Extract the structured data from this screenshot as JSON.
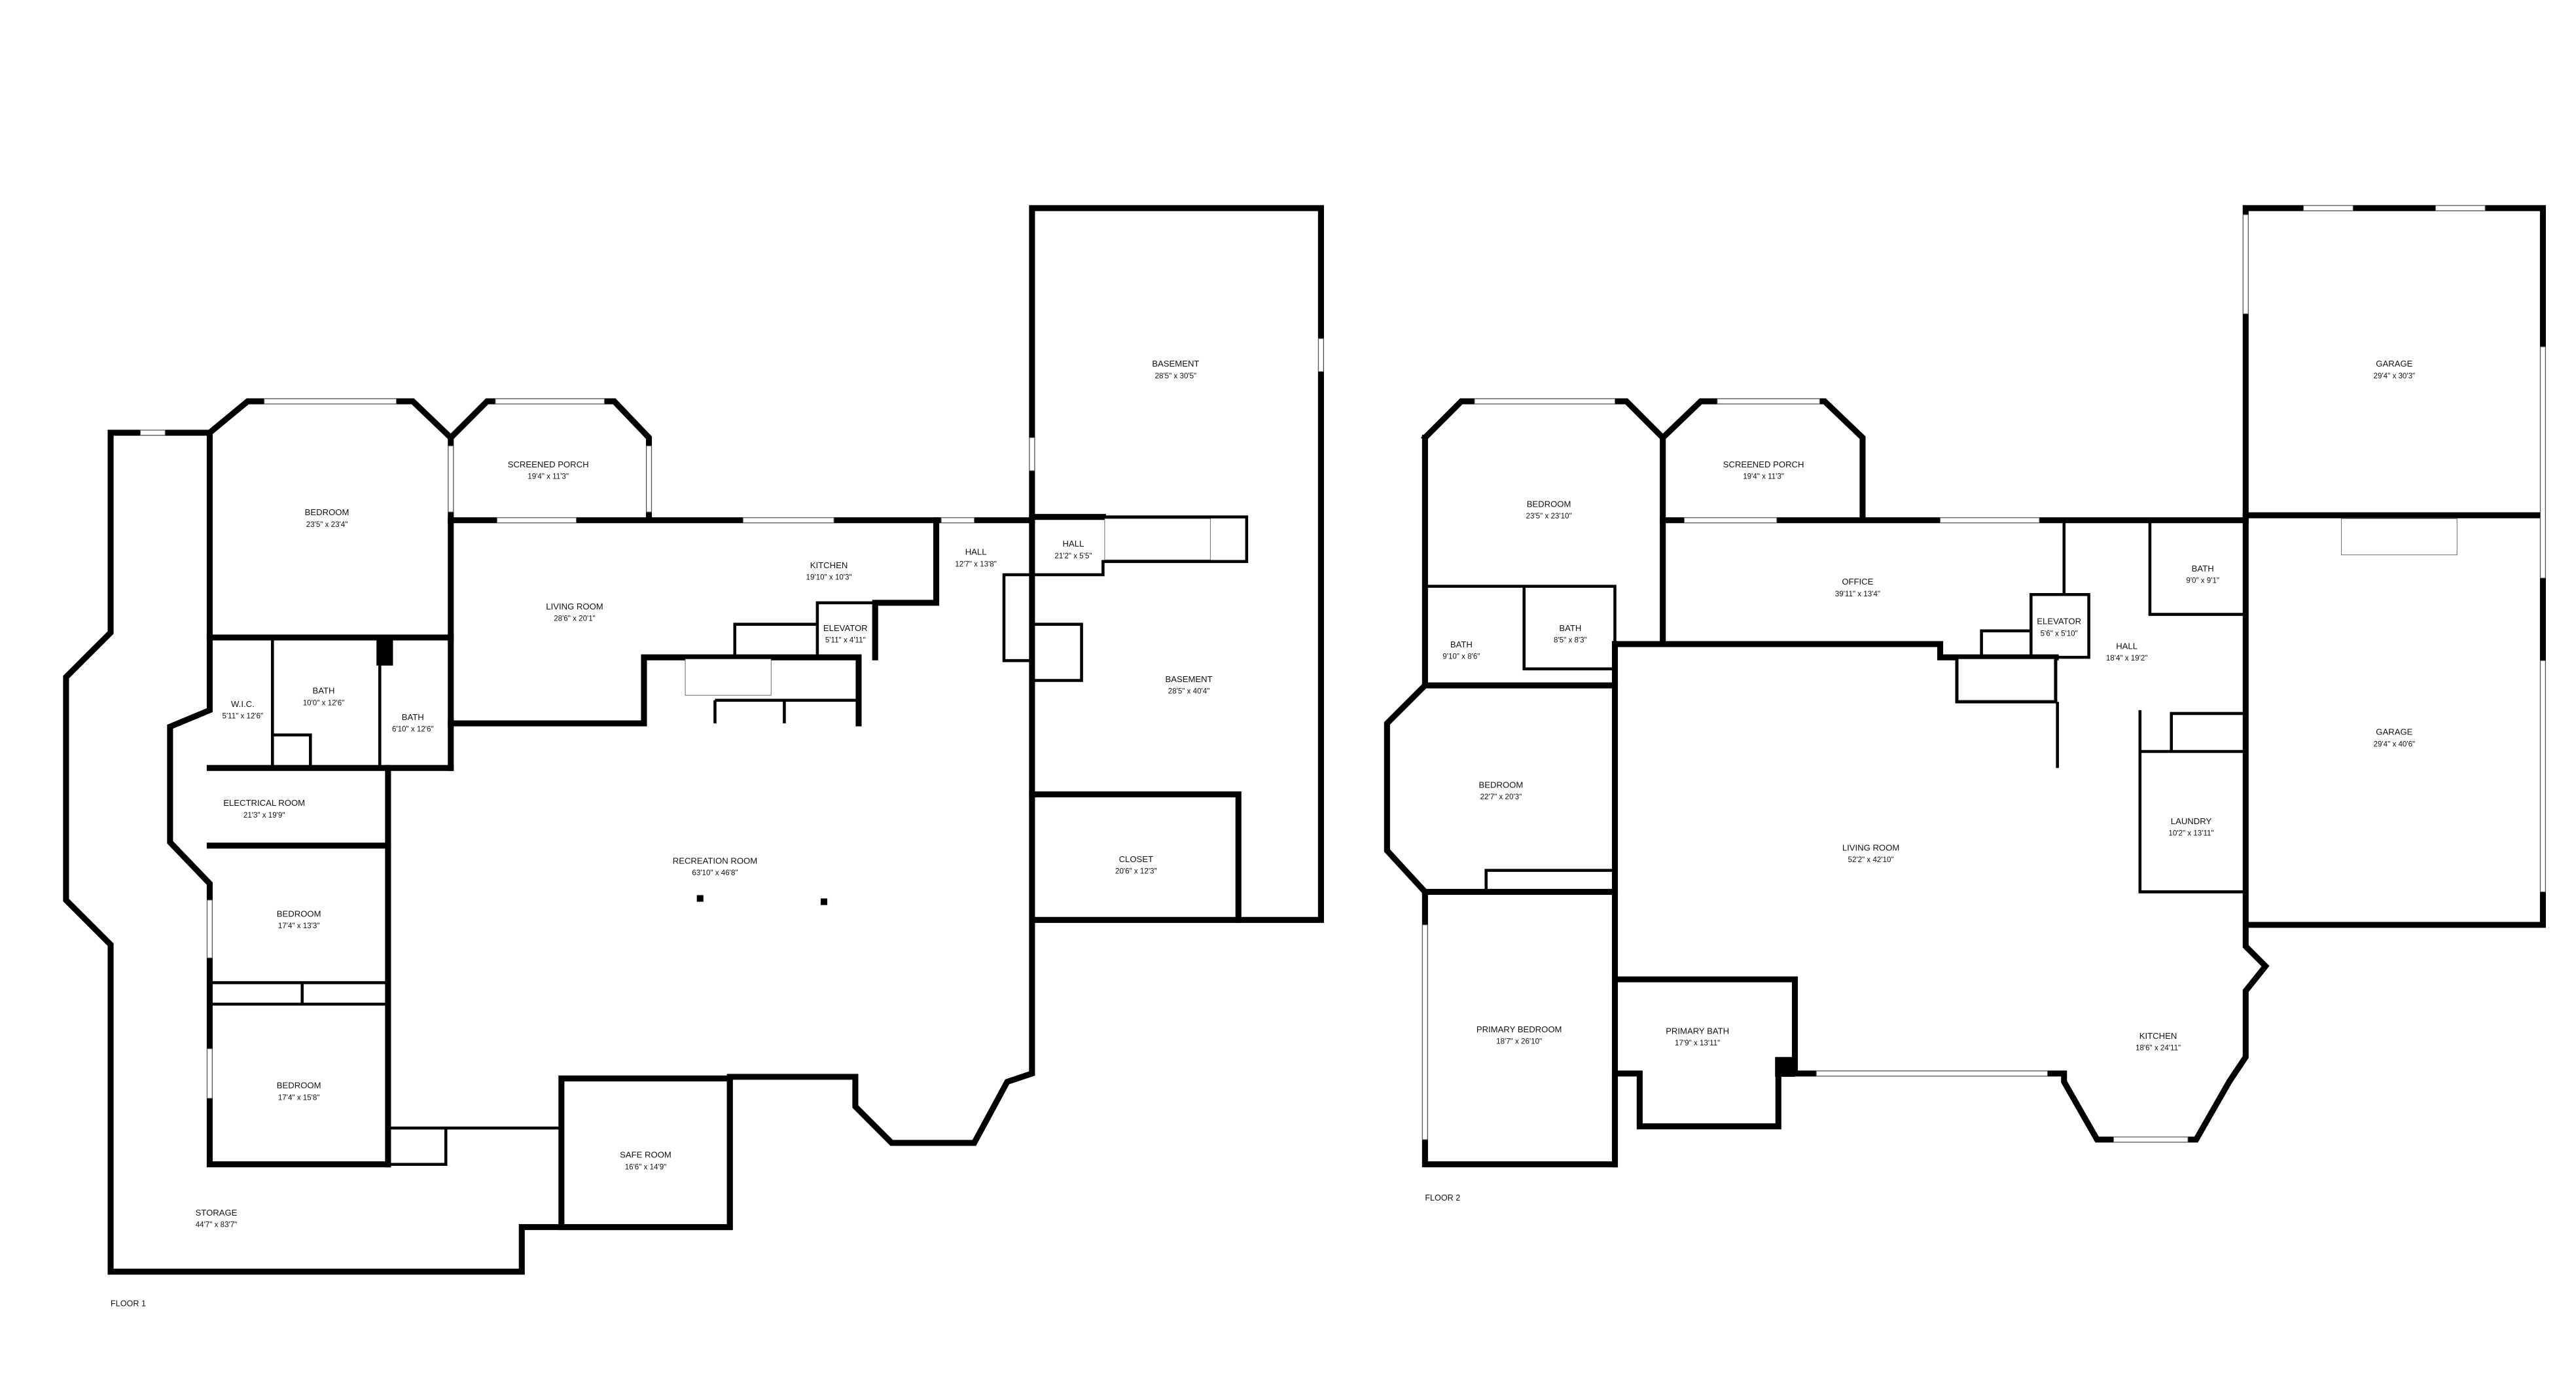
{
  "floors": [
    {
      "label": "FLOOR 1",
      "rooms": [
        {
          "name": "BEDROOM",
          "dims": "23'5\" x 23'4\""
        },
        {
          "name": "SCREENED PORCH",
          "dims": "19'4\" x 11'3\""
        },
        {
          "name": "LIVING ROOM",
          "dims": "28'6\" x 20'1\""
        },
        {
          "name": "KITCHEN",
          "dims": "19'10\" x 10'3\""
        },
        {
          "name": "HALL",
          "dims": "12'7\" x 13'8\""
        },
        {
          "name": "HALL",
          "dims": "21'2\" x 5'5\""
        },
        {
          "name": "ELEVATOR",
          "dims": "5'11\" x 4'11\""
        },
        {
          "name": "W.I.C.",
          "dims": "5'11\" x 12'6\""
        },
        {
          "name": "BATH",
          "dims": "10'0\" x 12'6\""
        },
        {
          "name": "BATH",
          "dims": "6'10\" x 12'6\""
        },
        {
          "name": "ELECTRICAL ROOM",
          "dims": "21'3\" x 19'9\""
        },
        {
          "name": "RECREATION ROOM",
          "dims": "63'10\" x 46'8\""
        },
        {
          "name": "BEDROOM",
          "dims": "17'4\" x 13'3\""
        },
        {
          "name": "BEDROOM",
          "dims": "17'4\" x 15'8\""
        },
        {
          "name": "SAFE ROOM",
          "dims": "16'6\" x 14'9\""
        },
        {
          "name": "STORAGE",
          "dims": "44'7\" x 83'7\""
        },
        {
          "name": "BASEMENT",
          "dims": "28'5\" x 30'5\""
        },
        {
          "name": "BASEMENT",
          "dims": "28'5\" x 40'4\""
        },
        {
          "name": "CLOSET",
          "dims": "20'6\" x 12'3\""
        }
      ]
    },
    {
      "label": "FLOOR 2",
      "rooms": [
        {
          "name": "BEDROOM",
          "dims": "23'5\" x 23'10\""
        },
        {
          "name": "SCREENED PORCH",
          "dims": "19'4\" x 11'3\""
        },
        {
          "name": "OFFICE",
          "dims": "39'11\" x 13'4\""
        },
        {
          "name": "BATH",
          "dims": "9'10\" x 8'6\""
        },
        {
          "name": "BATH",
          "dims": "8'5\" x 8'3\""
        },
        {
          "name": "ELEVATOR",
          "dims": "5'6\" x 5'10\""
        },
        {
          "name": "HALL",
          "dims": "18'4\" x 19'2\""
        },
        {
          "name": "BATH",
          "dims": "9'0\" x 9'1\""
        },
        {
          "name": "BEDROOM",
          "dims": "22'7\" x 20'3\""
        },
        {
          "name": "LIVING ROOM",
          "dims": "52'2\" x 42'10\""
        },
        {
          "name": "LAUNDRY",
          "dims": "10'2\" x 13'11\""
        },
        {
          "name": "PRIMARY BEDROOM",
          "dims": "18'7\" x 26'10\""
        },
        {
          "name": "PRIMARY BATH",
          "dims": "17'9\" x 13'11\""
        },
        {
          "name": "KITCHEN",
          "dims": "18'6\" x 24'11\""
        },
        {
          "name": "GARAGE",
          "dims": "29'4\" x 30'3\""
        },
        {
          "name": "GARAGE",
          "dims": "29'4\" x 40'6\""
        }
      ]
    }
  ]
}
